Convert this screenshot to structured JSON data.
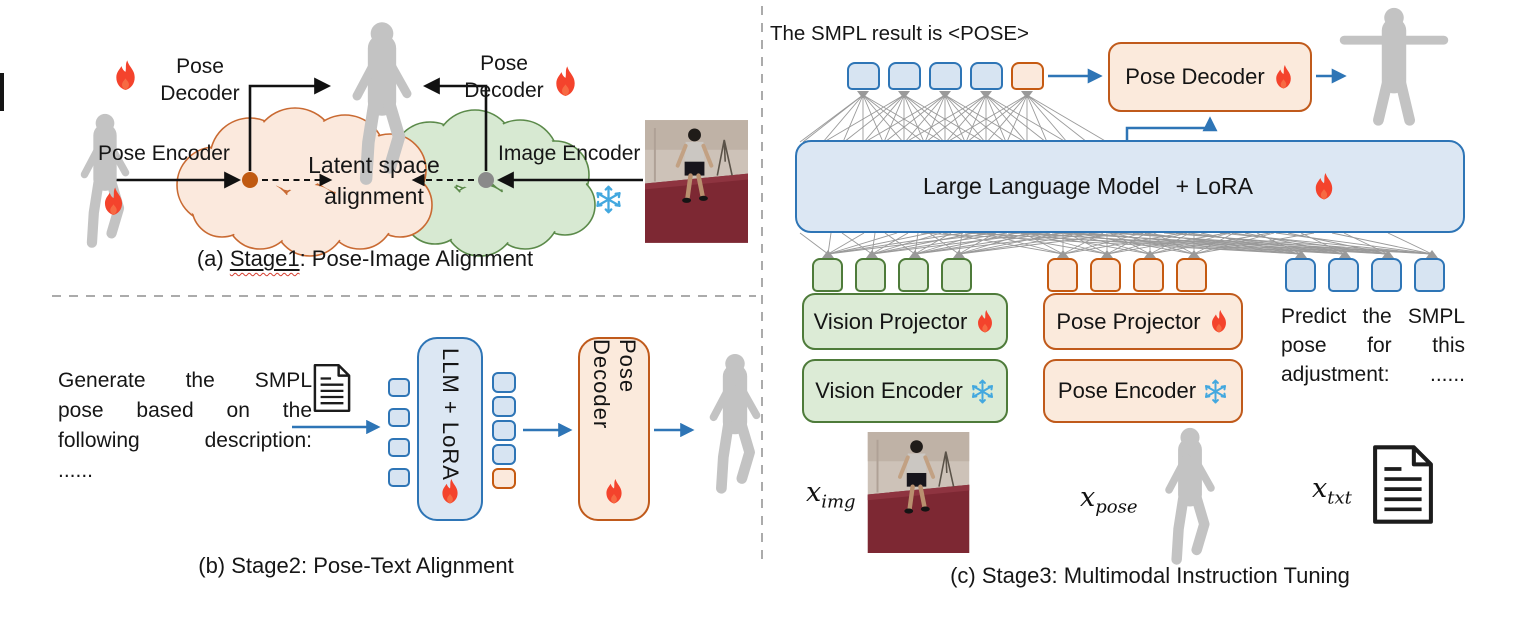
{
  "figure_title": "Three-stage training pipeline diagram",
  "colors": {
    "blue": "#2E75B6",
    "blue_fill": "#D7E4F2",
    "orange": "#C55A11",
    "orange_fill": "#FBE9DC",
    "green": "#4E7B3A",
    "green_fill": "#DCEBD6",
    "llm_fill": "#DCE7F3",
    "flame": "#F4432C",
    "snowflake": "#43A8DF",
    "fan_gray": "#9A9A9A"
  },
  "icons": {
    "flame": "flame-icon (trainable)",
    "snowflake": "snowflake-icon (frozen)",
    "document": "document-icon",
    "human_mesh": "human-mesh-figure",
    "photo": "person-photo"
  },
  "panel_a": {
    "pose_decoder_left": "Pose Decoder",
    "pose_decoder_right": "Pose Decoder",
    "pose_encoder": "Pose Encoder",
    "image_encoder": "Image Encoder",
    "cloud_label": "Latent space alignment",
    "caption": {
      "pre": "(a) ",
      "stage": "Stage1",
      "post": ": Pose-Image Alignment"
    }
  },
  "panel_b": {
    "prompt_lines": [
      "Generate the SMPL",
      "pose based on the",
      "following description:",
      "......"
    ],
    "llm_label": "LLM + LoRA",
    "pose_decoder_label": "Pose Decoder",
    "input_tokens": [
      "blue",
      "blue",
      "blue",
      "blue"
    ],
    "output_tokens": [
      "blue",
      "blue",
      "blue",
      "blue",
      "orange"
    ],
    "caption": "(b) Stage2: Pose-Text Alignment"
  },
  "panel_c": {
    "output_text": "The SMPL result is <POSE>",
    "top_tokens": [
      "blue",
      "blue",
      "blue",
      "blue",
      "orange"
    ],
    "pose_decoder_label": "Pose Decoder",
    "llm_label": "Large Language Model",
    "lora_label": "+ LoRA",
    "vision_tokens": [
      "green",
      "green",
      "green",
      "green"
    ],
    "pose_tokens": [
      "orange",
      "orange",
      "orange",
      "orange"
    ],
    "text_tokens": [
      "blue",
      "blue",
      "blue",
      "blue"
    ],
    "vision_projector": "Vision Projector",
    "vision_encoder": "Vision Encoder",
    "pose_projector": "Pose Projector",
    "pose_encoder": "Pose Encoder",
    "predict_lines": [
      "Predict the SMPL",
      "pose for this",
      "adjustment: ......"
    ],
    "x_img": {
      "base": "x",
      "sub": "img"
    },
    "x_pose": {
      "base": "x",
      "sub": "pose"
    },
    "x_txt": {
      "base": "x",
      "sub": "txt"
    },
    "caption": "(c) Stage3: Multimodal Instruction Tuning"
  }
}
